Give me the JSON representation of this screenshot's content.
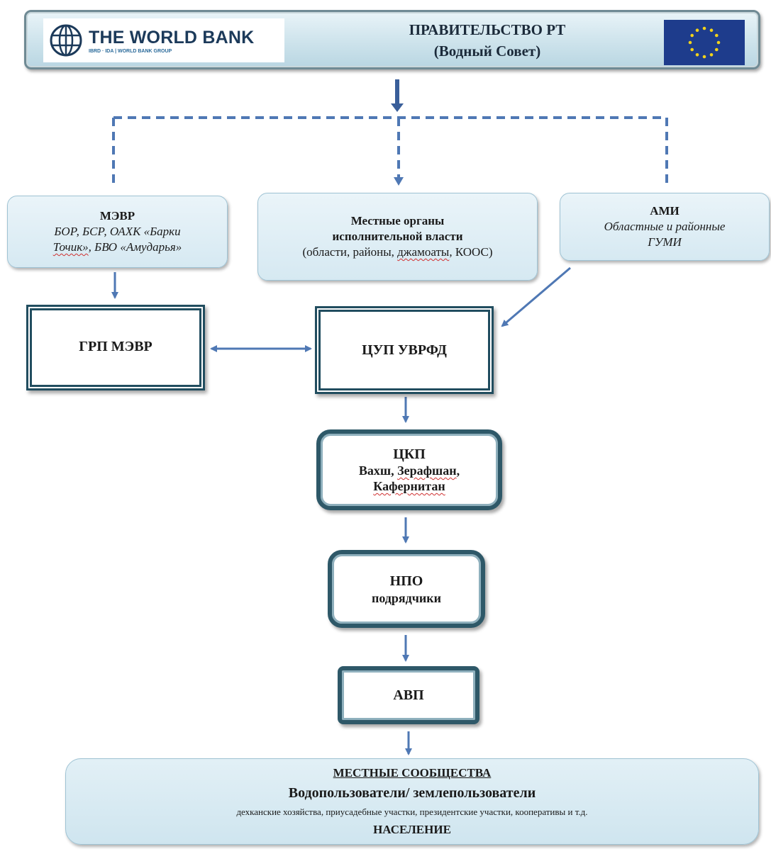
{
  "header": {
    "logo_name": "THE WORLD BANK",
    "logo_sub": "IBRD · IDA | WORLD BANK GROUP",
    "title_line1": "ПРАВИТЕЛЬСТВО РТ",
    "title_line2": "(Водный Совет)"
  },
  "nodes": {
    "mevr": {
      "title": "МЭВР",
      "line1": "БОР, БСР, ОАХК «Барки",
      "line2_a": "Точик»",
      "line2_b": ", БВО «Амударья»"
    },
    "local": {
      "title1": "Местные органы",
      "title2": "исполнительной власти",
      "sub_a": "(области, районы, ",
      "sub_b": "джамоаты",
      "sub_c": ", КООС)"
    },
    "ami": {
      "title": "АМИ",
      "line1": "Областные и районные",
      "line2": "ГУМИ"
    },
    "grp": {
      "label": "ГРП МЭВР"
    },
    "cup": {
      "label": "ЦУП УВРФД"
    },
    "ckp": {
      "title": "ЦКП",
      "line1_a": "Вахш, ",
      "line1_b": "Зерафшан",
      "line1_c": ",",
      "line2": "Кафернитан"
    },
    "npo": {
      "line1": "НПО",
      "line2": "подрядчики"
    },
    "avp": {
      "label": "АВП"
    },
    "community": {
      "title": "МЕСТНЫЕ СООБЩЕСТВА",
      "subtitle": "Водопользователи/ землепользователи",
      "details": "дехканские хозяйства, приусадебные участки, президентские участки, кооперативы и т.д.",
      "population": "НАСЕЛЕНИЕ"
    }
  },
  "colors": {
    "connector": "#4f78b4",
    "frame": "#214d5f",
    "box_fill": "#dbecf4"
  }
}
